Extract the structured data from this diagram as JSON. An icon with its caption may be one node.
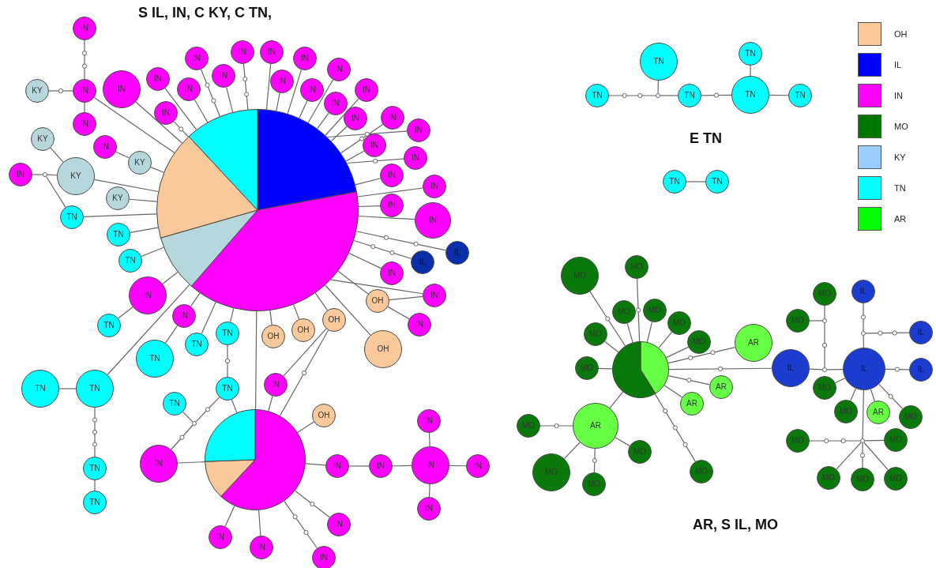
{
  "diagram": {
    "nodes": [
      {
        "text": [],
        "shape": "circle"
      },
      {
        "text": [
          "IN"
        ]
      },
      {
        "text": [
          "IN"
        ]
      },
      {
        "text": [
          "KY"
        ]
      },
      {
        "text": [
          "IN"
        ]
      },
      {
        "text": [
          "IN"
        ]
      },
      {
        "text": [
          "IN"
        ]
      },
      {
        "text": [
          "IN"
        ]
      },
      {
        "text": [
          "IN"
        ]
      },
      {
        "text": [
          "IN"
        ]
      },
      {
        "text": [
          "IN"
        ]
      },
      {
        "text": [
          "IN"
        ]
      },
      {
        "text": [
          "IN"
        ]
      },
      {
        "text": [
          "IN"
        ]
      },
      {
        "text": [
          "IN"
        ]
      },
      {
        "text": [
          "IN"
        ]
      },
      {
        "text": [
          "IN"
        ]
      },
      {
        "text": [
          "IN"
        ]
      },
      {
        "text": [
          "IN"
        ]
      },
      {
        "text": [
          "IN"
        ]
      },
      {
        "text": [
          "IN"
        ]
      },
      {
        "text": [
          "IN"
        ]
      },
      {
        "text": [
          "IN"
        ]
      },
      {
        "text": [
          "IN"
        ]
      },
      {
        "text": [
          "IN"
        ]
      },
      {
        "text": [
          "IN"
        ]
      },
      {
        "text": [
          "IN"
        ]
      },
      {
        "text": [
          "IN"
        ]
      },
      {
        "text": [
          "IL"
        ]
      },
      {
        "text": [
          "IL"
        ]
      },
      {
        "text": [
          "IN"
        ]
      },
      {
        "text": [
          "IN"
        ]
      },
      {
        "text": [
          "OH"
        ]
      },
      {
        "text": [
          "IN"
        ]
      },
      {
        "text": [
          "OH"
        ]
      },
      {
        "text": [
          "OH"
        ]
      },
      {
        "text": [
          "OH"
        ]
      },
      {
        "text": [
          "OH"
        ]
      },
      {
        "text": [
          "KY"
        ]
      },
      {
        "text": [
          "KY"
        ]
      },
      {
        "text": [
          "IN"
        ]
      },
      {
        "text": [],
        "shape": "circle"
      },
      {
        "text": [
          "TN"
        ]
      },
      {
        "text": [
          "IN"
        ]
      },
      {
        "text": [
          "KY"
        ]
      },
      {
        "text": [
          "KY"
        ]
      },
      {
        "text": [
          "TN"
        ]
      },
      {
        "text": [
          "TN"
        ]
      },
      {
        "text": [
          "IN"
        ]
      },
      {
        "text": [
          "TN"
        ]
      },
      {
        "text": [
          "IN"
        ]
      },
      {
        "text": [
          "TN"
        ]
      },
      {
        "text": [
          "TN"
        ]
      },
      {
        "text": [
          "TN"
        ]
      },
      {
        "text": [
          "TN"
        ]
      },
      {
        "text": [
          "TN"
        ]
      },
      {
        "text": [
          "TN"
        ]
      },
      {
        "text": [
          "TN"
        ]
      },
      {
        "text": [
          "TN"
        ]
      },
      {
        "text": [],
        "shape": "circle"
      },
      {
        "text": [
          "TN"
        ]
      },
      {
        "text": [],
        "shape": "circle"
      },
      {
        "text": [
          "IN"
        ]
      },
      {
        "text": [
          "IN"
        ]
      },
      {
        "text": [
          "OH"
        ]
      },
      {
        "text": [
          "IN"
        ]
      },
      {
        "text": [
          "IN"
        ]
      },
      {
        "text": [
          "IN"
        ]
      },
      {
        "text": [
          "IN"
        ]
      },
      {
        "text": [
          "IN"
        ]
      },
      {
        "text": [
          "IN"
        ]
      },
      {
        "text": [
          "IN"
        ]
      },
      {
        "text": [
          "IN"
        ]
      },
      {
        "text": [
          "IN"
        ]
      },
      {
        "text": [
          "IN"
        ]
      },
      {
        "text": [
          "TN"
        ]
      },
      {
        "text": [],
        "shape": "circle"
      },
      {
        "text": [
          "TN"
        ]
      },
      {
        "text": [
          "TN"
        ]
      },
      {
        "text": [
          "TN"
        ]
      },
      {
        "text": [
          "TN"
        ]
      },
      {
        "text": [
          "TN"
        ]
      },
      {
        "text": [
          "TN"
        ]
      },
      {
        "text": [
          "TN"
        ]
      },
      {
        "text": [],
        "shape": "circle"
      },
      {
        "text": [
          "MO"
        ]
      },
      {
        "text": [
          "MO"
        ]
      },
      {
        "text": [
          "MO"
        ]
      },
      {
        "text": [
          "MO"
        ]
      },
      {
        "text": [
          "MO"
        ]
      },
      {
        "text": [
          "MO"
        ]
      },
      {
        "text": [
          "MO"
        ]
      },
      {
        "text": [
          "MO"
        ]
      },
      {
        "text": [
          "AR"
        ]
      },
      {
        "text": [
          "IL"
        ]
      },
      {
        "text": [
          "AR"
        ]
      },
      {
        "text": [
          "AR"
        ]
      },
      {
        "text": [
          "MO"
        ]
      },
      {
        "text": [
          "AR"
        ]
      },
      {
        "text": [
          "MO"
        ]
      },
      {
        "text": [
          "MO"
        ]
      },
      {
        "text": [
          "MO"
        ]
      },
      {
        "text": [
          "MO"
        ]
      },
      {
        "text": [],
        "shape": "circle"
      },
      {
        "text": [],
        "shape": "circle"
      },
      {
        "text": [
          "MO"
        ]
      },
      {
        "text": [
          "MO"
        ]
      },
      {
        "text": [
          "IL"
        ]
      },
      {
        "text": [
          "IL"
        ]
      },
      {
        "text": [],
        "shape": "circle"
      },
      {
        "text": [
          "IL"
        ]
      },
      {
        "text": [
          "IL"
        ]
      },
      {
        "text": [
          "MO"
        ]
      },
      {
        "text": [
          "MO"
        ]
      },
      {
        "text": [
          "AR"
        ]
      },
      {
        "text": [
          "MO"
        ]
      },
      {
        "text": [],
        "shape": "circle"
      },
      {
        "text": [
          "MO"
        ]
      },
      {
        "text": [
          "MO"
        ]
      },
      {
        "text": [
          "MO"
        ]
      },
      {
        "text": [
          "MO"
        ]
      },
      {
        "text": [
          "MO"
        ]
      }
    ],
    "edges": [
      {
        "from": 1,
        "to": 2,
        "arrow": "none"
      },
      {
        "from": 3,
        "to": 2,
        "arrow": "none"
      },
      {
        "from": 2,
        "to": 4,
        "arrow": "none"
      },
      {
        "from": 2,
        "to": 0,
        "arrow": "none"
      },
      {
        "from": 5,
        "to": 0,
        "arrow": "none"
      },
      {
        "from": 6,
        "to": 0,
        "arrow": "none"
      },
      {
        "from": 7,
        "to": 0,
        "arrow": "none"
      },
      {
        "from": 8,
        "to": 0,
        "arrow": "none"
      },
      {
        "from": 9,
        "to": 0,
        "arrow": "none"
      },
      {
        "from": 10,
        "to": 0,
        "arrow": "none"
      },
      {
        "from": 11,
        "to": 0,
        "arrow": "none"
      },
      {
        "from": 12,
        "to": 0,
        "arrow": "none"
      },
      {
        "from": 13,
        "to": 0,
        "arrow": "none"
      },
      {
        "from": 14,
        "to": 0,
        "arrow": "none"
      },
      {
        "from": 15,
        "to": 0,
        "arrow": "none"
      },
      {
        "from": 16,
        "to": 0,
        "arrow": "none"
      },
      {
        "from": 17,
        "to": 0,
        "arrow": "none"
      },
      {
        "from": 18,
        "to": 0,
        "arrow": "none"
      },
      {
        "from": 19,
        "to": 0,
        "arrow": "none"
      },
      {
        "from": 20,
        "to": 0,
        "arrow": "none"
      },
      {
        "from": 21,
        "to": 0,
        "arrow": "none"
      },
      {
        "from": 22,
        "to": 0,
        "arrow": "none"
      },
      {
        "from": 23,
        "to": 0,
        "arrow": "none"
      },
      {
        "from": 24,
        "to": 0,
        "arrow": "none"
      },
      {
        "from": 25,
        "to": 0,
        "arrow": "none"
      },
      {
        "from": 26,
        "to": 0,
        "arrow": "none"
      },
      {
        "from": 27,
        "to": 0,
        "arrow": "none"
      },
      {
        "from": 28,
        "to": 0,
        "arrow": "none"
      },
      {
        "from": 29,
        "to": 0,
        "arrow": "none"
      },
      {
        "from": 30,
        "to": 0,
        "arrow": "none"
      },
      {
        "from": 31,
        "to": 0,
        "arrow": "none"
      },
      {
        "from": 32,
        "to": 0,
        "arrow": "none"
      },
      {
        "from": 32,
        "to": 31,
        "arrow": "none"
      },
      {
        "from": 32,
        "to": 33,
        "arrow": "none"
      },
      {
        "from": 34,
        "to": 0,
        "arrow": "none"
      },
      {
        "from": 35,
        "to": 0,
        "arrow": "none"
      },
      {
        "from": 36,
        "to": 0,
        "arrow": "none"
      },
      {
        "from": 37,
        "to": 0,
        "arrow": "none"
      },
      {
        "from": 38,
        "to": 39,
        "arrow": "none"
      },
      {
        "from": 39,
        "to": 0,
        "arrow": "none"
      },
      {
        "from": 40,
        "to": 41,
        "arrow": "none"
      },
      {
        "from": 41,
        "to": 39,
        "arrow": "none"
      },
      {
        "from": 41,
        "to": 42,
        "arrow": "none"
      },
      {
        "from": 42,
        "to": 0,
        "arrow": "none"
      },
      {
        "from": 43,
        "to": 44,
        "arrow": "none"
      },
      {
        "from": 44,
        "to": 0,
        "arrow": "none"
      },
      {
        "from": 45,
        "to": 0,
        "arrow": "none"
      },
      {
        "from": 46,
        "to": 0,
        "arrow": "none"
      },
      {
        "from": 47,
        "to": 0,
        "arrow": "none"
      },
      {
        "from": 48,
        "to": 0,
        "arrow": "none"
      },
      {
        "from": 49,
        "to": 48,
        "arrow": "none"
      },
      {
        "from": 50,
        "to": 0,
        "arrow": "none"
      },
      {
        "from": 51,
        "to": 50,
        "arrow": "none"
      },
      {
        "from": 52,
        "to": 0,
        "arrow": "none"
      },
      {
        "from": 53,
        "to": 0,
        "arrow": "none"
      },
      {
        "from": 53,
        "to": 54,
        "arrow": "none"
      },
      {
        "from": 54,
        "to": 59,
        "arrow": "none"
      },
      {
        "from": 0,
        "to": 59,
        "arrow": "none"
      },
      {
        "from": 55,
        "to": 56,
        "arrow": "none"
      },
      {
        "from": 56,
        "to": 0,
        "arrow": "none"
      },
      {
        "from": 56,
        "to": 57,
        "arrow": "none"
      },
      {
        "from": 57,
        "to": 58,
        "arrow": "none"
      },
      {
        "from": 60,
        "to": 61,
        "arrow": "none"
      },
      {
        "from": 62,
        "to": 61,
        "arrow": "none"
      },
      {
        "from": 61,
        "to": 54,
        "arrow": "none"
      },
      {
        "from": 62,
        "to": 59,
        "arrow": "none"
      },
      {
        "from": 35,
        "to": 63,
        "arrow": "none"
      },
      {
        "from": 35,
        "to": 59,
        "arrow": "none"
      },
      {
        "from": 63,
        "to": 59,
        "arrow": "none"
      },
      {
        "from": 64,
        "to": 59,
        "arrow": "none"
      },
      {
        "from": 59,
        "to": 65,
        "arrow": "none"
      },
      {
        "from": 65,
        "to": 66,
        "arrow": "none"
      },
      {
        "from": 66,
        "to": 67,
        "arrow": "none"
      },
      {
        "from": 67,
        "to": 68,
        "arrow": "none"
      },
      {
        "from": 67,
        "to": 69,
        "arrow": "none"
      },
      {
        "from": 67,
        "to": 70,
        "arrow": "none"
      },
      {
        "from": 71,
        "to": 59,
        "arrow": "none"
      },
      {
        "from": 72,
        "to": 59,
        "arrow": "none"
      },
      {
        "from": 73,
        "to": 59,
        "arrow": "none"
      },
      {
        "from": 74,
        "to": 59,
        "arrow": "none"
      },
      {
        "from": 75,
        "to": 76,
        "arrow": "none"
      },
      {
        "from": 76,
        "to": 77,
        "arrow": "none"
      },
      {
        "from": 76,
        "to": 78,
        "arrow": "none"
      },
      {
        "from": 78,
        "to": 79,
        "arrow": "none"
      },
      {
        "from": 79,
        "to": 80,
        "arrow": "none"
      },
      {
        "from": 79,
        "to": 81,
        "arrow": "none"
      },
      {
        "from": 82,
        "to": 83,
        "arrow": "none"
      },
      {
        "from": 85,
        "to": 84,
        "arrow": "none"
      },
      {
        "from": 86,
        "to": 84,
        "arrow": "none"
      },
      {
        "from": 87,
        "to": 84,
        "arrow": "none"
      },
      {
        "from": 88,
        "to": 84,
        "arrow": "none"
      },
      {
        "from": 89,
        "to": 84,
        "arrow": "none"
      },
      {
        "from": 90,
        "to": 84,
        "arrow": "none"
      },
      {
        "from": 91,
        "to": 84,
        "arrow": "none"
      },
      {
        "from": 92,
        "to": 84,
        "arrow": "none"
      },
      {
        "from": 93,
        "to": 84,
        "arrow": "none"
      },
      {
        "from": 94,
        "to": 84,
        "arrow": "none"
      },
      {
        "from": 95,
        "to": 84,
        "arrow": "none"
      },
      {
        "from": 96,
        "to": 84,
        "arrow": "none"
      },
      {
        "from": 97,
        "to": 84,
        "arrow": "none"
      },
      {
        "from": 98,
        "to": 84,
        "arrow": "none"
      },
      {
        "from": 99,
        "to": 98,
        "arrow": "none"
      },
      {
        "from": 100,
        "to": 98,
        "arrow": "none"
      },
      {
        "from": 101,
        "to": 98,
        "arrow": "none"
      },
      {
        "from": 102,
        "to": 98,
        "arrow": "none"
      },
      {
        "from": 94,
        "to": 103,
        "arrow": "none"
      },
      {
        "from": 103,
        "to": 107,
        "arrow": "none"
      },
      {
        "from": 103,
        "to": 104,
        "arrow": "none"
      },
      {
        "from": 104,
        "to": 105,
        "arrow": "none"
      },
      {
        "from": 104,
        "to": 106,
        "arrow": "none"
      },
      {
        "from": 107,
        "to": 109,
        "arrow": "none"
      },
      {
        "from": 109,
        "to": 108,
        "arrow": "none"
      },
      {
        "from": 109,
        "to": 110,
        "arrow": "none"
      },
      {
        "from": 107,
        "to": 111,
        "arrow": "none"
      },
      {
        "from": 112,
        "to": 107,
        "arrow": "none"
      },
      {
        "from": 113,
        "to": 107,
        "arrow": "none"
      },
      {
        "from": 114,
        "to": 107,
        "arrow": "none"
      },
      {
        "from": 115,
        "to": 107,
        "arrow": "none"
      },
      {
        "from": 107,
        "to": 116,
        "arrow": "none"
      },
      {
        "from": 117,
        "to": 116,
        "arrow": "none"
      },
      {
        "from": 118,
        "to": 116,
        "arrow": "none"
      },
      {
        "from": 119,
        "to": 116,
        "arrow": "none"
      },
      {
        "from": 120,
        "to": 116,
        "arrow": "none"
      },
      {
        "from": 121,
        "to": 116,
        "arrow": "none"
      }
    ],
    "labels": [
      "S IL, IN, C KY, C TN,",
      "E TN",
      "AR, S IL, MO"
    ],
    "legend": [
      {
        "text": "OH",
        "color": "#fac898"
      },
      {
        "text": "IL",
        "color": "#0000ff"
      },
      {
        "text": "IN",
        "color": "#ff00ff"
      },
      {
        "text": "MO",
        "color": "#007800"
      },
      {
        "text": "KY",
        "color": "#99ccff"
      },
      {
        "text": "TN",
        "color": "#00ffff"
      },
      {
        "text": "AR",
        "color": "#00ff00"
      }
    ]
  }
}
